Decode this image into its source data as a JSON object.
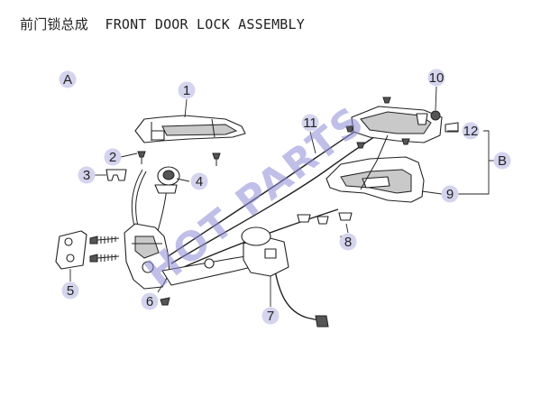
{
  "header": {
    "title": "前门锁总成  FRONT DOOR LOCK ASSEMBLY"
  },
  "callouts": [
    {
      "id": "A",
      "label": "A"
    },
    {
      "id": "1",
      "label": "1"
    },
    {
      "id": "2",
      "label": "2"
    },
    {
      "id": "3",
      "label": "3"
    },
    {
      "id": "4",
      "label": "4"
    },
    {
      "id": "5",
      "label": "5"
    },
    {
      "id": "6",
      "label": "6"
    },
    {
      "id": "7",
      "label": "7"
    },
    {
      "id": "8",
      "label": "8"
    },
    {
      "id": "9",
      "label": "9"
    },
    {
      "id": "10",
      "label": "10"
    },
    {
      "id": "11",
      "label": "11"
    },
    {
      "id": "12",
      "label": "12"
    },
    {
      "id": "B",
      "label": "B"
    }
  ],
  "watermark": {
    "text": "HOT PARTS",
    "color": "#8a8ad6"
  },
  "colors": {
    "callout_fill": "#d4d4ee",
    "line": "#222222"
  }
}
